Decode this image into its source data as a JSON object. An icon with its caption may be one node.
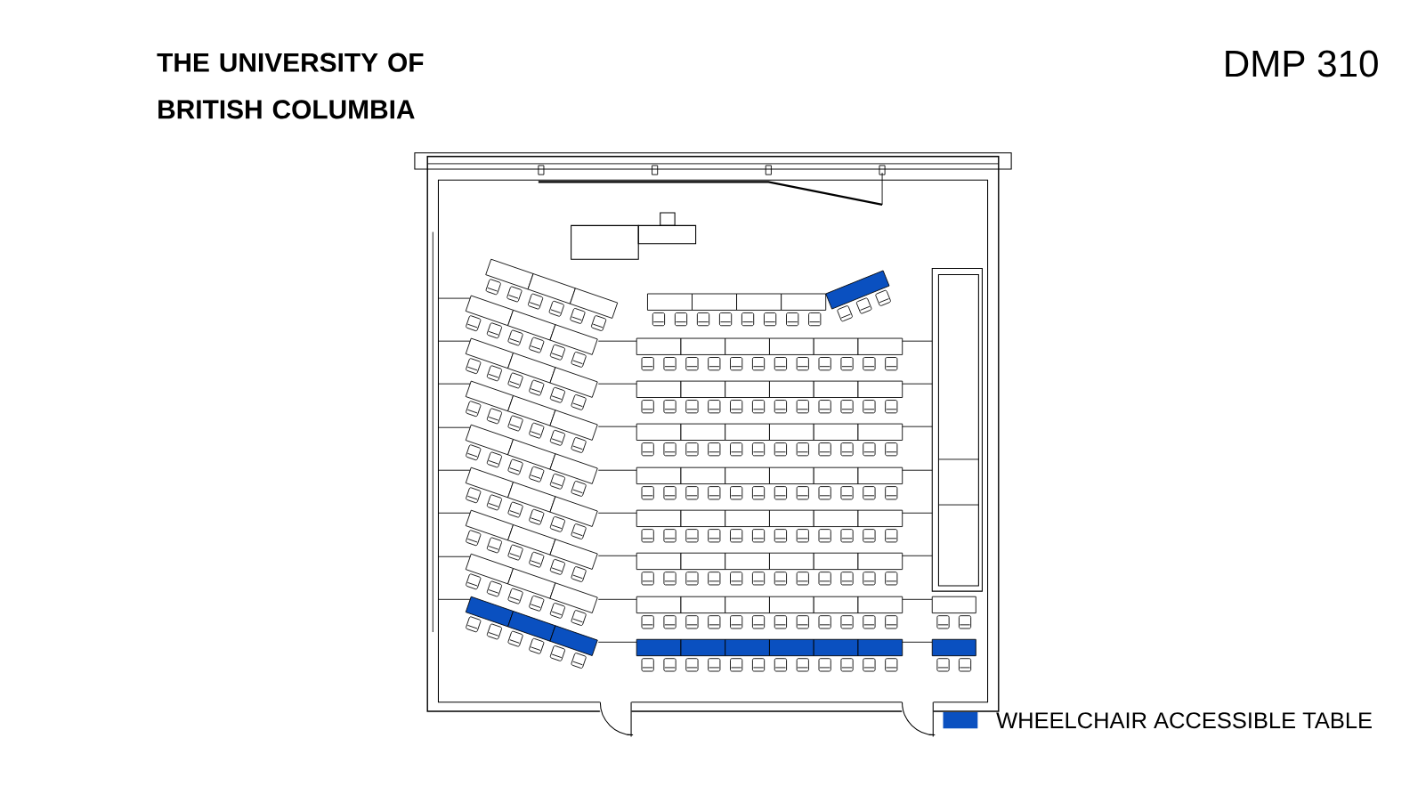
{
  "diagram": {
    "title": "DMP 310",
    "labels": [
      "THE UNIVERSITY OF BRITISH COLUMBIA"
    ],
    "legend": [
      {
        "text": "WHEELCHAIR ACCESSIBLE TABLE",
        "color": "#0a50c0"
      }
    ]
  }
}
